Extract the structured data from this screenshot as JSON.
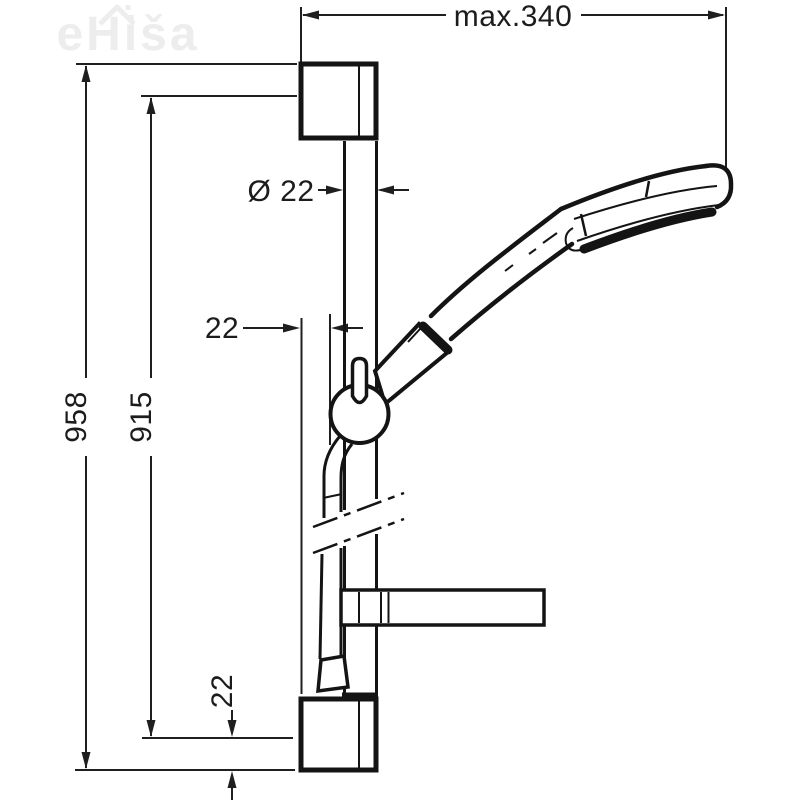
{
  "colors": {
    "background": "#ffffff",
    "ink": "#161616",
    "dimension_text": "#1c1c1c",
    "watermark": "#ededed"
  },
  "watermark": {
    "text": "eHiša"
  },
  "dimensions": {
    "max_width": "max.340",
    "rail_diameter": "Ø 22",
    "wall_offset": "22",
    "overall_height": "958",
    "bar_height": "915",
    "bottom_offset": "22"
  }
}
